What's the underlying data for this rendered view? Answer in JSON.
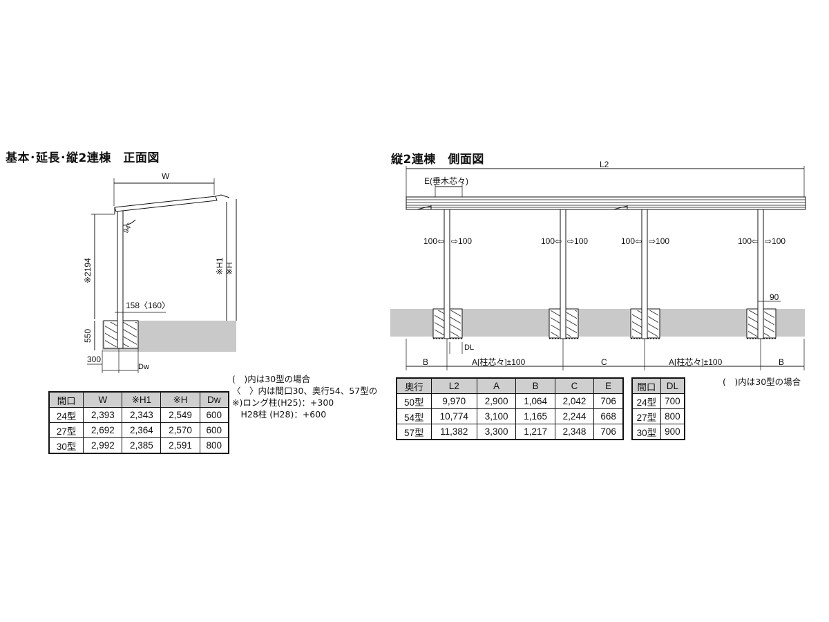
{
  "front": {
    "title": "基本･延長･縦2連棟　正面図",
    "labels": {
      "w": "W",
      "h2194": "※2194",
      "h1": "※H1",
      "h": "※H",
      "angle": "94°",
      "offset": "158〈160〉",
      "ground_height": "550",
      "base": "300",
      "dw": "Dw"
    },
    "notes": [
      "(　)内は30型の場合",
      "〈　〉内は間口30、奥行54、57型の",
      "※)ロング柱(H25)：+300",
      "　H28柱 (H28)：+600"
    ],
    "table": {
      "headers": [
        "間口",
        "W",
        "※H1",
        "※H",
        "Dw"
      ],
      "rows": [
        [
          "24型",
          "2,393",
          "2,343",
          "2,549",
          "600"
        ],
        [
          "27型",
          "2,692",
          "2,364",
          "2,570",
          "600"
        ],
        [
          "30型",
          "2,992",
          "2,385",
          "2,591",
          "800"
        ]
      ]
    }
  },
  "side": {
    "title": "縦2連棟　側面図",
    "labels": {
      "l2": "L2",
      "e": "E(垂木芯々)",
      "left100": "100⇦",
      "right100": "⇨100",
      "n90": "90",
      "dl": "DL",
      "b": "B",
      "a": "A[柱芯々]±100",
      "c": "C"
    },
    "note": "(　)内は30型の場合",
    "table1": {
      "headers": [
        "奥行",
        "L2",
        "A",
        "B",
        "C",
        "E"
      ],
      "rows": [
        [
          "50型",
          "9,970",
          "2,900",
          "1,064",
          "2,042",
          "706"
        ],
        [
          "54型",
          "10,774",
          "3,100",
          "1,165",
          "2,244",
          "668"
        ],
        [
          "57型",
          "11,382",
          "3,300",
          "1,217",
          "2,348",
          "706"
        ]
      ]
    },
    "table2": {
      "headers": [
        "間口",
        "DL"
      ],
      "rows": [
        [
          "24型",
          "700"
        ],
        [
          "27型",
          "800"
        ],
        [
          "30型",
          "900"
        ]
      ]
    }
  }
}
